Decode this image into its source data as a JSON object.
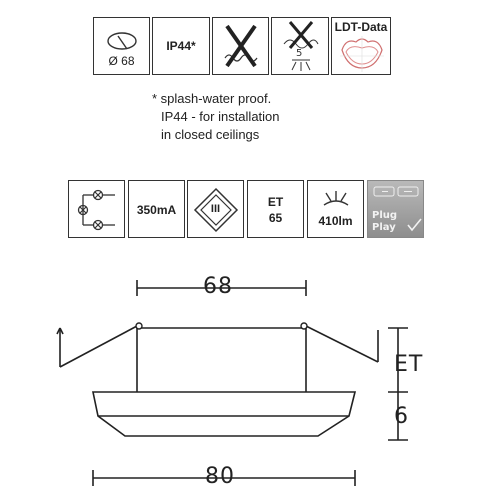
{
  "icons_row1": {
    "diameter_label": "Ø 68",
    "ip_label": "IP44*",
    "ldt_label": "LDT-Data"
  },
  "footnote": {
    "line1": "* splash-water proof.",
    "line2": "IP44 - for installation",
    "line3": "in closed ceilings"
  },
  "icons_row2": {
    "current_label": "350mA",
    "protection_class": "III",
    "et_label": "ET",
    "et_value": "65",
    "lumen_label": "410lm",
    "plug_label": "Plug",
    "play_label": "Play"
  },
  "dimensions": {
    "top_width": "68",
    "bottom_width": "80",
    "et_label": "ET",
    "depth_value": "6"
  }
}
